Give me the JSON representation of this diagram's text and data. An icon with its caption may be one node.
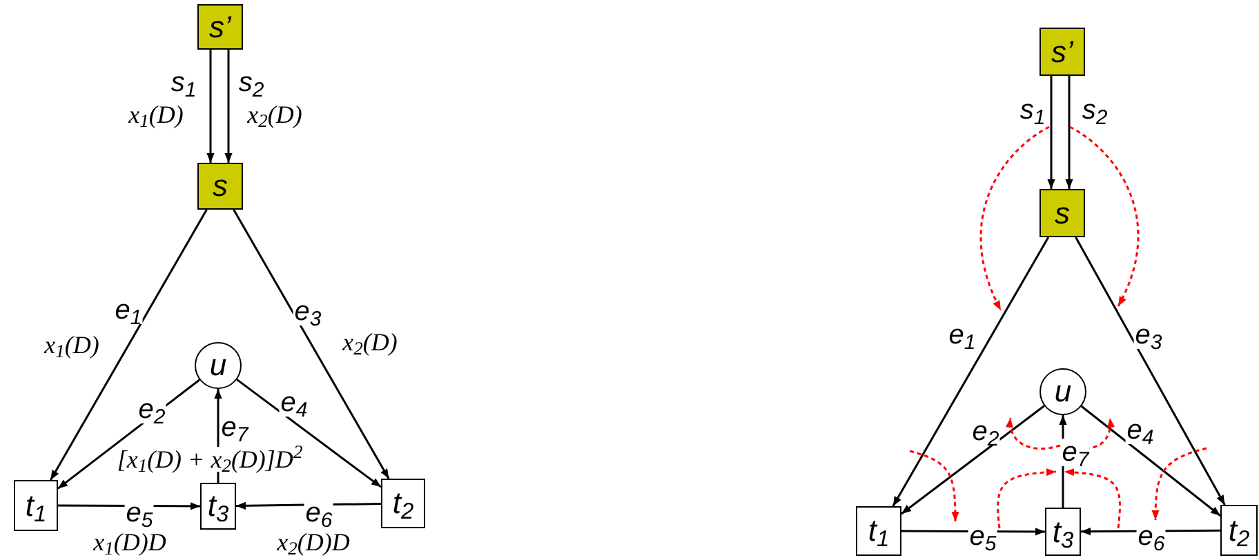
{
  "diagram": {
    "nodes": [
      {
        "text": [
          "s’"
        ]
      },
      {
        "text": [
          "s"
        ]
      },
      {
        "text": [
          "u"
        ]
      },
      {
        "text": [
          "t$_{1}$"
        ]
      },
      {
        "text": [
          "t$_{3}$"
        ]
      },
      {
        "text": [
          "t$_{2}$"
        ]
      },
      {
        "text": [
          "s’"
        ]
      },
      {
        "text": [
          "s"
        ]
      },
      {
        "text": [
          "u"
        ]
      },
      {
        "text": [
          "t$_{1}$"
        ]
      },
      {
        "text": [
          "t$_{3}$"
        ]
      },
      {
        "text": [
          "t$_{2}$"
        ]
      }
    ],
    "edges": [
      {
        "from": 0,
        "to": 1,
        "arrow": "to",
        "label": "s$_{1}$"
      },
      {
        "from": 0,
        "to": 1,
        "arrow": "to",
        "label": "s$_{2}$"
      },
      {
        "from": 1,
        "to": 3,
        "arrow": "to",
        "label": "e$_{1}$"
      },
      {
        "from": 1,
        "to": 5,
        "arrow": "to",
        "label": "e$_{3}$"
      },
      {
        "from": 2,
        "to": 3,
        "arrow": "to",
        "label": "e$_{2}$"
      },
      {
        "from": 2,
        "to": 5,
        "arrow": "to",
        "label": "e$_{4}$"
      },
      {
        "from": 4,
        "to": 2,
        "arrow": "to",
        "label": "e$_{7}$"
      },
      {
        "from": 3,
        "to": 4,
        "arrow": "to",
        "label": "e$_{5}$"
      },
      {
        "from": 5,
        "to": 4,
        "arrow": "to",
        "label": "e$_{6}$"
      },
      {
        "from": 6,
        "to": 7,
        "arrow": "to",
        "label": "s$_{1}$"
      },
      {
        "from": 6,
        "to": 7,
        "arrow": "to",
        "label": "s$_{2}$"
      },
      {
        "from": 7,
        "to": 9,
        "arrow": "to",
        "label": "e$_{1}$"
      },
      {
        "from": 7,
        "to": 11,
        "arrow": "to",
        "label": "e$_{3}$"
      },
      {
        "from": 8,
        "to": 9,
        "arrow": "to",
        "label": "e$_{2}$"
      },
      {
        "from": 8,
        "to": 11,
        "arrow": "to",
        "label": "e$_{4}$"
      },
      {
        "from": 10,
        "to": 8,
        "arrow": "to",
        "label": "e$_{7}$"
      },
      {
        "from": 9,
        "to": 10,
        "arrow": "to",
        "label": "e$_{5}$"
      },
      {
        "from": 11,
        "to": 10,
        "arrow": "to",
        "label": "e$_{6}$"
      }
    ],
    "labels": [
      "x$_{1}$(D)",
      "x$_{2}$(D)",
      "x$_{1}$(D)",
      "x$_{2}$(D)",
      "[x$_{1}$(D) + x$_{2}$(D)]D$^{2}$",
      "x$_{1}$(D)D",
      "x$_{2}$(D)D"
    ]
  }
}
